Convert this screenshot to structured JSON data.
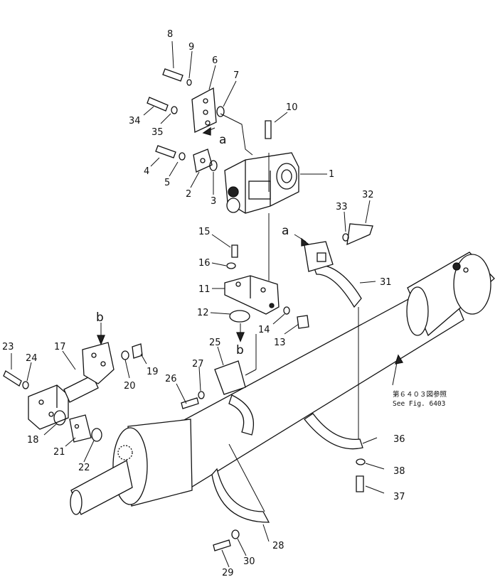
{
  "callouts": {
    "c1": "1",
    "c2": "2",
    "c3": "3",
    "c4": "4",
    "c5": "5",
    "c6": "6",
    "c7": "7",
    "c8": "8",
    "c9": "9",
    "c10": "10",
    "c11": "11",
    "c12": "12",
    "c13": "13",
    "c14": "14",
    "c15": "15",
    "c16": "16",
    "c17": "17",
    "c18": "18",
    "c19": "19",
    "c20": "20",
    "c21": "21",
    "c22": "22",
    "c23": "23",
    "c24": "24",
    "c25": "25",
    "c26": "26",
    "c27": "27",
    "c28": "28",
    "c29": "29",
    "c30": "30",
    "c31": "31",
    "c32": "32",
    "c33": "33",
    "c34": "34",
    "c35": "35",
    "c36": "36",
    "c37": "37",
    "c38": "38"
  },
  "connection_marks": {
    "a_upper": "a",
    "a_clamp": "a",
    "b_block": "b",
    "b_bracket": "b"
  },
  "reference_note": {
    "japanese": "第６４０３図参照",
    "english": "See Fig. 6403"
  }
}
